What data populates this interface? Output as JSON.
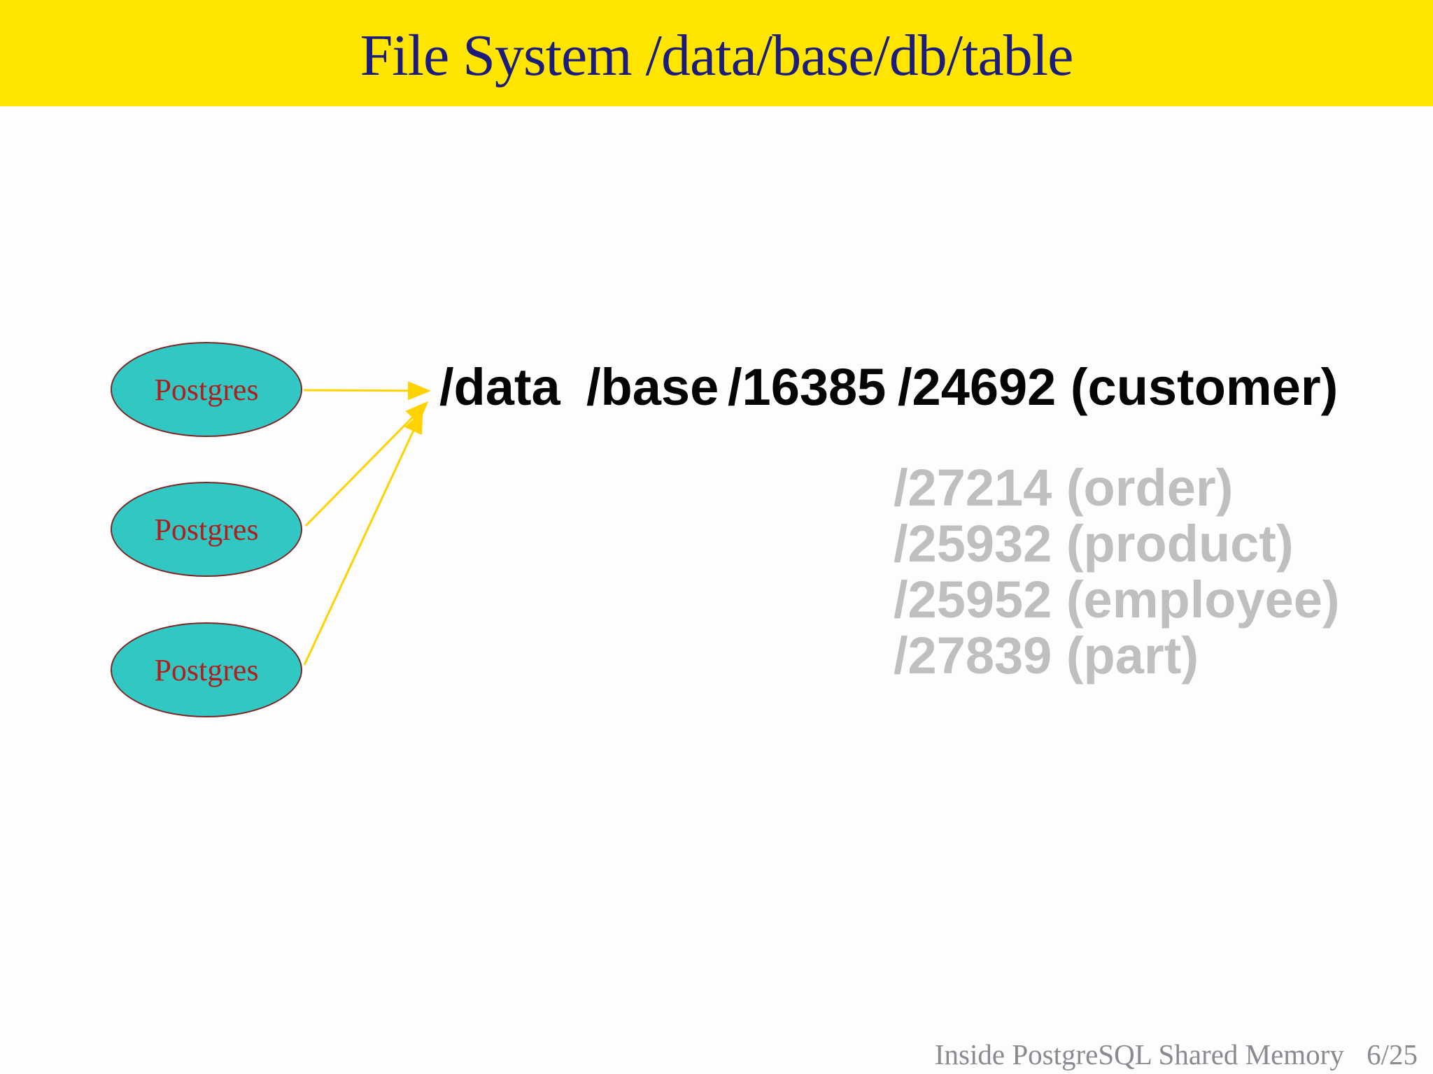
{
  "slide": {
    "title": "File System /data/base/db/table",
    "footer_text": "Inside PostgreSQL Shared Memory",
    "page_number": "6/25"
  },
  "diagram": {
    "nodes": [
      {
        "label": "Postgres"
      },
      {
        "label": "Postgres"
      },
      {
        "label": "Postgres"
      }
    ],
    "path_segments": [
      "/data",
      "/base",
      "/16385",
      "/24692 (customer)"
    ],
    "other_tables": [
      "/27214 (order)",
      "/25932 (product)",
      "/25952 (employee)",
      "/27839 (part)"
    ]
  },
  "colors": {
    "title_bar_bg": "#ffe500",
    "title_text": "#1c1c7a",
    "node_fill": "#31c7c2",
    "node_border": "#7e2626",
    "node_text": "#b01f1f",
    "arrow": "#ffd200",
    "path_text": "#050505",
    "other_tables_text": "#bfbfbf",
    "footer_text": "#8a8a91"
  }
}
